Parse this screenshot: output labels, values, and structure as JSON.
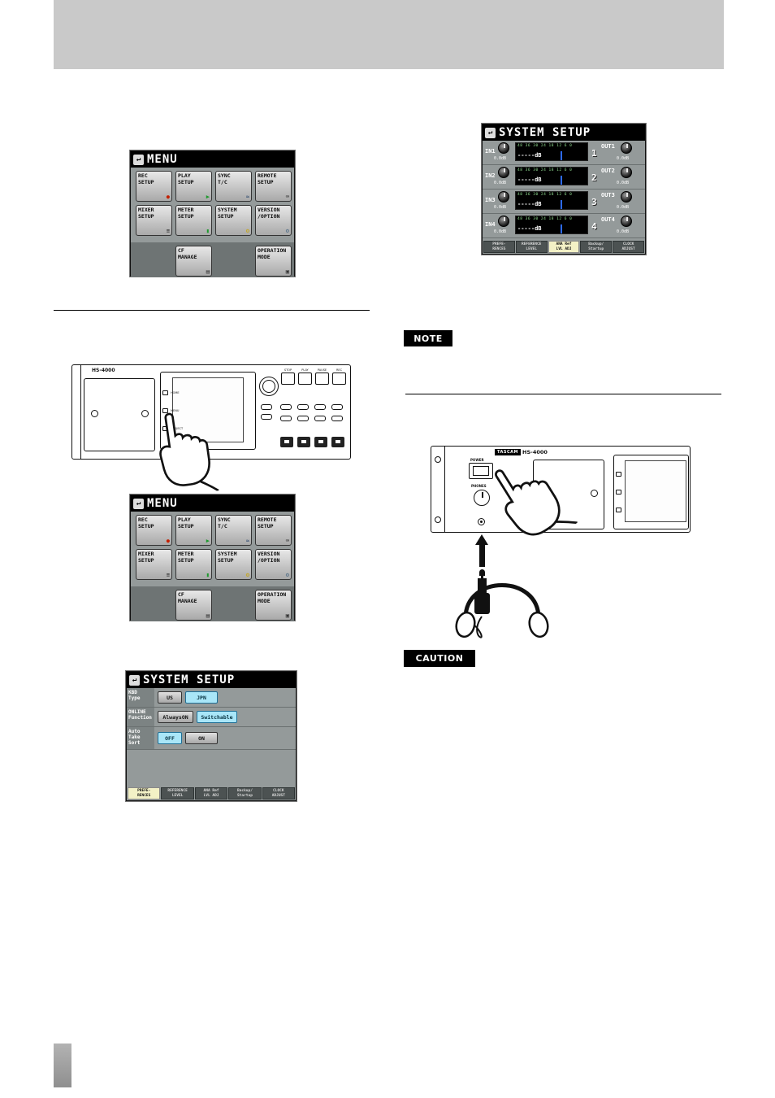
{
  "colors": {
    "selected_option": "#a9e6f8",
    "active_tab": "#f3f1c6",
    "lcd_background": "#949a9a",
    "record_red": "#c42000",
    "play_green": "#1d9a2d",
    "meter_scale_green": "#8fdc8f",
    "meter_cursor_blue": "#2d6bff",
    "title_bar": "#000000"
  },
  "callouts": {
    "note": "NOTE",
    "caution": "CAUTION"
  },
  "menu_screen": {
    "title": "MENU",
    "back_icon": "↵",
    "buttons": [
      {
        "label": "REC\nSETUP",
        "icon": "●"
      },
      {
        "label": "PLAY\nSETUP",
        "icon": "▶"
      },
      {
        "label": "SYNC\nT/C",
        "icon": "≈"
      },
      {
        "label": "REMOTE\nSETUP",
        "icon": "⌨"
      },
      {
        "label": "MIXER\nSETUP",
        "icon": "≡"
      },
      {
        "label": "METER\nSETUP",
        "icon": "▮"
      },
      {
        "label": "SYSTEM\nSETUP",
        "icon": "⚙"
      },
      {
        "label": "VERSION\n/OPTION",
        "icon": "⚙"
      },
      {
        "label": "CF\nMANAGE",
        "icon": "▤"
      },
      {
        "label": "OPERATION\nMODE",
        "icon": "▣"
      }
    ]
  },
  "setup_tabs": [
    "PREFE-\nRENCES",
    "REFERENCE\nLEVEL",
    "ANA Ref\nLVL ADJ",
    "Backup/\nStartup",
    "CLOCK\nADJUST"
  ],
  "system_setup_prefs": {
    "title": "SYSTEM SETUP",
    "back_icon": "↵",
    "active_tab": "PREFE-RENCES",
    "rows": [
      {
        "label": "KBD\nType",
        "options": [
          "US",
          "JPN"
        ],
        "selected": "JPN"
      },
      {
        "label": "ONLINE\nFunction",
        "options": [
          "AlwaysON",
          "Switchable"
        ],
        "selected": "Switchable"
      },
      {
        "label": "Auto\nTake\nSort",
        "options": [
          "OFF",
          "ON"
        ],
        "selected": "OFF"
      }
    ]
  },
  "system_setup_ana": {
    "title": "SYSTEM SETUP",
    "back_icon": "↵",
    "active_tab": "ANA Ref LVL ADJ",
    "meter_scale": "48 36 30 24 18 12 6 0",
    "channels": [
      {
        "input": "IN1",
        "input_gain": "0.0dB",
        "level": "-----dB",
        "channel": "1",
        "output": "OUT1",
        "output_gain": "0.0dB"
      },
      {
        "input": "IN2",
        "input_gain": "0.0dB",
        "level": "-----dB",
        "channel": "2",
        "output": "OUT2",
        "output_gain": "0.0dB"
      },
      {
        "input": "IN3",
        "input_gain": "0.0dB",
        "level": "-----dB",
        "channel": "3",
        "output": "OUT3",
        "output_gain": "0.0dB"
      },
      {
        "input": "IN4",
        "input_gain": "0.0dB",
        "level": "-----dB",
        "channel": "4",
        "output": "OUT4",
        "output_gain": "0.0dB"
      }
    ]
  },
  "device_front": {
    "model": "HS-4000",
    "side_buttons": [
      "HOME",
      "MENU",
      "PROJECT"
    ],
    "transport": [
      "STOP",
      "PLAY",
      "PAUSE",
      "REC"
    ]
  },
  "device_power": {
    "brand": "TASCAM",
    "model": "HS-4000",
    "power_label": "POWER",
    "phones_label": "PHONES"
  }
}
